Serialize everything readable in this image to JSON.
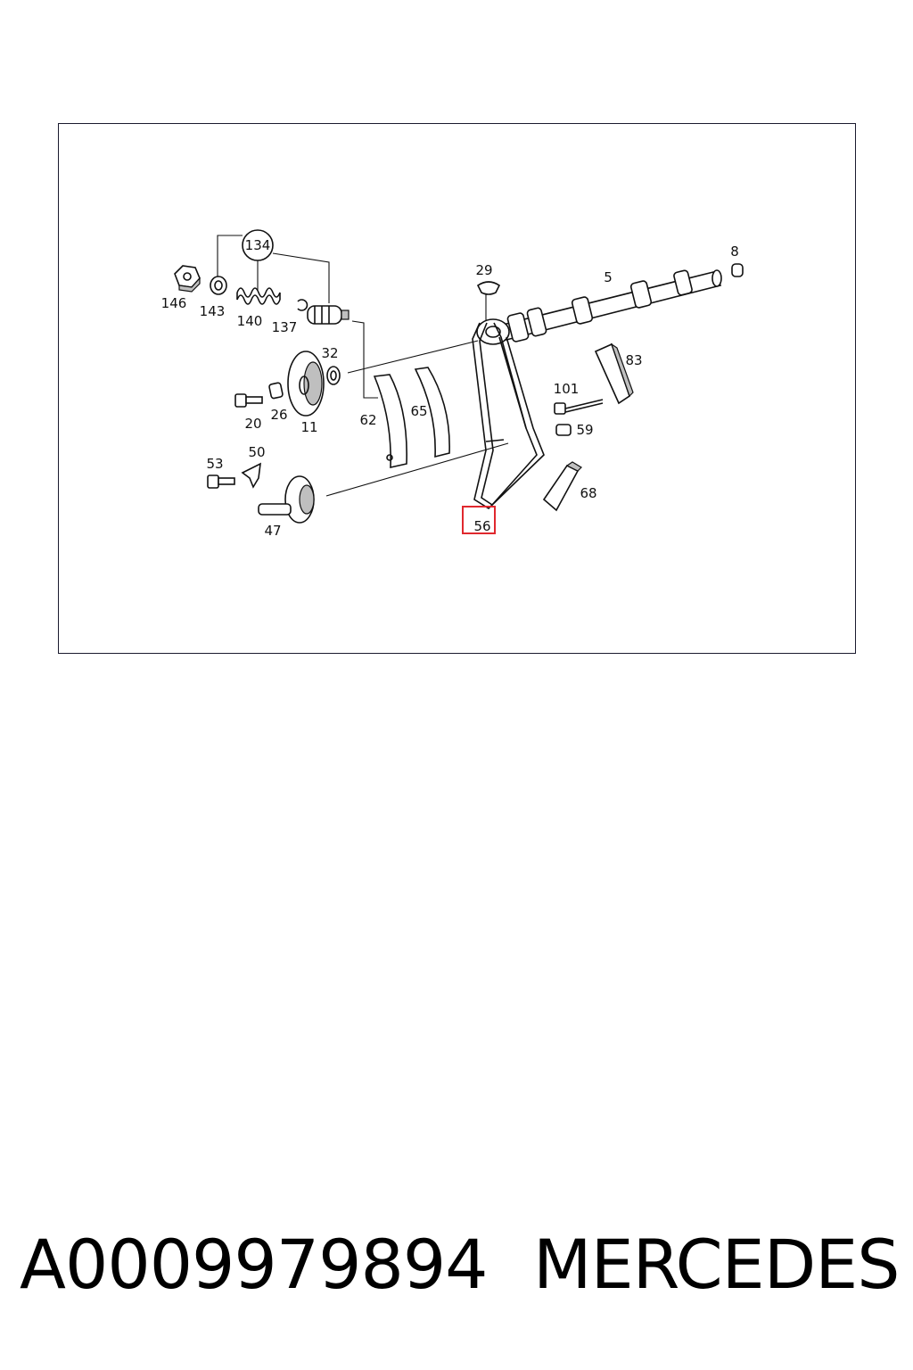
{
  "diagram": {
    "labels": {
      "p134": "134",
      "p146": "146",
      "p143": "143",
      "p140": "140",
      "p137": "137",
      "p29": "29",
      "p5": "5",
      "p8": "8",
      "p32": "32",
      "p83": "83",
      "p101": "101",
      "p20": "20",
      "p26": "26",
      "p11": "11",
      "p62": "62",
      "p65": "65",
      "p59": "59",
      "p53": "53",
      "p50": "50",
      "p68": "68",
      "p47": "47",
      "p56": "56"
    },
    "highlighted_part": "56",
    "highlight_color": "#e0282e"
  },
  "footer": {
    "part_number": "A0009979894",
    "brand": "MERCEDES"
  }
}
